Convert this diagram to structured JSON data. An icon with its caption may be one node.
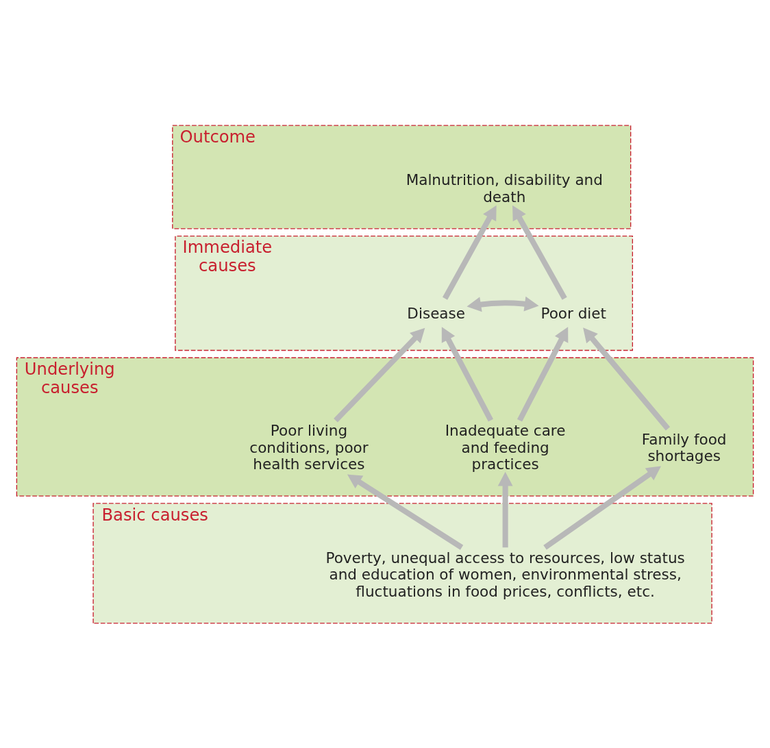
{
  "diagram": {
    "nodes": [
      {
        "text": [
          "Outcome"
        ]
      },
      {
        "text": [
          "Malnutrition, disability and death"
        ],
        "in": 0
      },
      {
        "text": [
          "Immediate causes"
        ]
      },
      {
        "text": [
          "Disease"
        ],
        "in": 2
      },
      {
        "text": [
          "Poor diet"
        ],
        "in": 2
      },
      {
        "text": [
          "Underlying causes"
        ]
      },
      {
        "text": [
          "Poor living conditions, poor health services"
        ],
        "in": 5
      },
      {
        "text": [
          "Inadequate care and feeding practices"
        ],
        "in": 5
      },
      {
        "text": [
          "Family food shortages"
        ],
        "in": 5
      },
      {
        "text": [
          "Basic causes"
        ]
      },
      {
        "text": [
          "Poverty, unequal access to resources, low status and education of women, environmental stress, fluctuations in food prices, conflicts, etc."
        ],
        "in": 9
      }
    ],
    "edges": [
      {
        "from": 3,
        "to": 1,
        "arrow": "to"
      },
      {
        "from": 4,
        "to": 1,
        "arrow": "to"
      },
      {
        "from": 3,
        "to": 4,
        "arrow": "both"
      },
      {
        "from": 6,
        "to": 3,
        "arrow": "to"
      },
      {
        "from": 7,
        "to": 3,
        "arrow": "to"
      },
      {
        "from": 7,
        "to": 4,
        "arrow": "to"
      },
      {
        "from": 8,
        "to": 4,
        "arrow": "to"
      },
      {
        "from": 10,
        "to": 6,
        "arrow": "to"
      },
      {
        "from": 10,
        "to": 7,
        "arrow": "to"
      },
      {
        "from": 10,
        "to": 8,
        "arrow": "to"
      }
    ]
  }
}
